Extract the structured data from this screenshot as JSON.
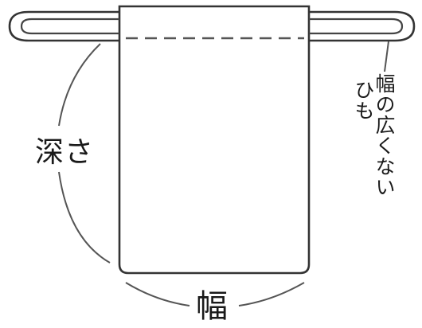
{
  "labels": {
    "depth": "深さ",
    "width": "幅",
    "string_line1": "幅の広くない",
    "string_line2": "ひも"
  },
  "colors": {
    "stroke": "#333333",
    "text": "#1a1a1a",
    "background": "#ffffff"
  }
}
